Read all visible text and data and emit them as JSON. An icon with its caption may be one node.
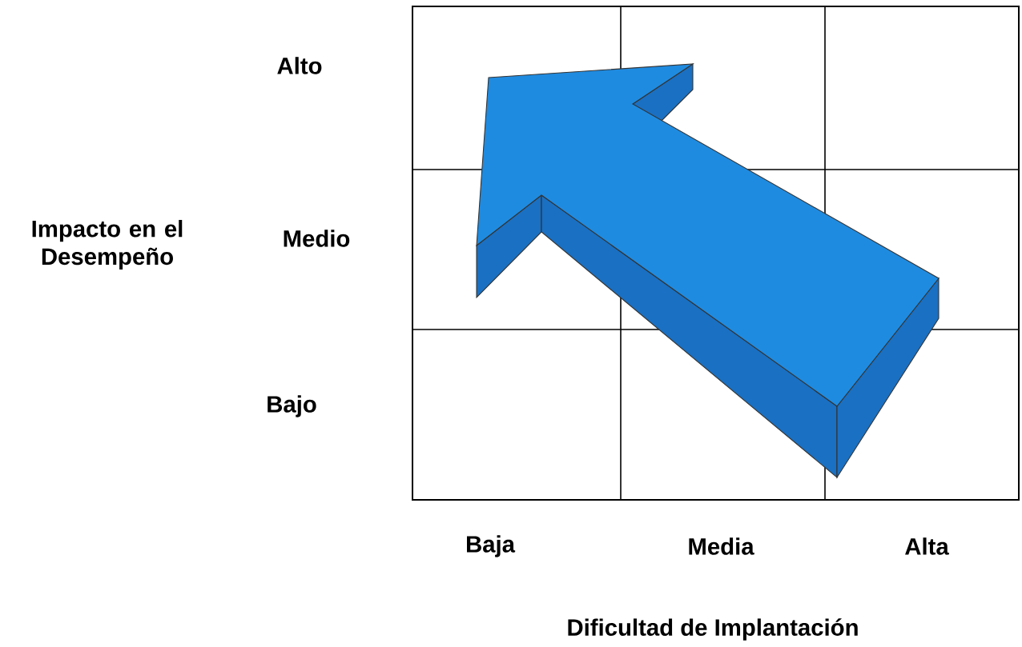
{
  "diagram": {
    "labels": [
      "Alto",
      "Impacto en el Desempeño",
      "Medio",
      "Bajo",
      "Baja",
      "Media",
      "Alta",
      "Dificultad de Implantación"
    ]
  }
}
